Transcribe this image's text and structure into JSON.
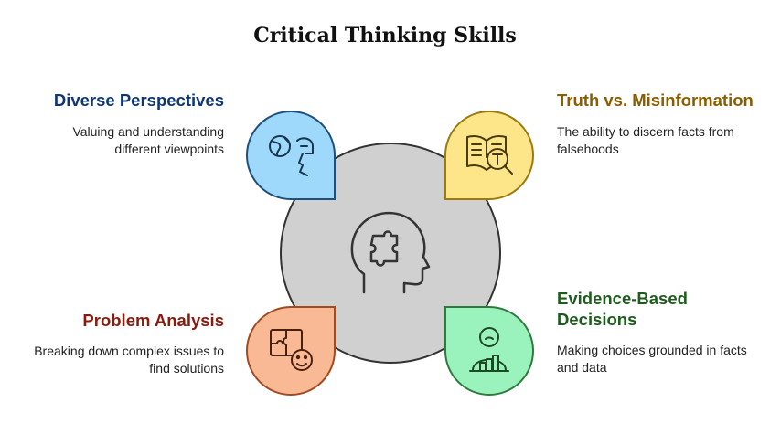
{
  "title": "Critical Thinking Skills",
  "center": {
    "icon": "head-puzzle-icon"
  },
  "skills": [
    {
      "heading": "Diverse Perspectives",
      "description": "Valuing and understanding different viewpoints",
      "icon": "globe-head-icon",
      "fill": "#9ed9fb",
      "stroke": "#1f4f7a",
      "text_color": "#0f3673"
    },
    {
      "heading": "Truth vs. Misinformation",
      "description": "The ability to discern facts from falsehoods",
      "icon": "book-magnifier-icon",
      "fill": "#fde68a",
      "stroke": "#9c7a10",
      "text_color": "#8a5d00"
    },
    {
      "heading": "Problem Analysis",
      "description": "Breaking down complex issues to find solutions",
      "icon": "puzzle-face-icon",
      "fill": "#f9b994",
      "stroke": "#a14b22",
      "text_color": "#8b1a0d"
    },
    {
      "heading": "Evidence-Based Decisions",
      "description": "Making choices grounded in facts and data",
      "icon": "person-chart-icon",
      "fill": "#9af3bd",
      "stroke": "#2f7a3f",
      "text_color": "#1d5c1c"
    }
  ]
}
